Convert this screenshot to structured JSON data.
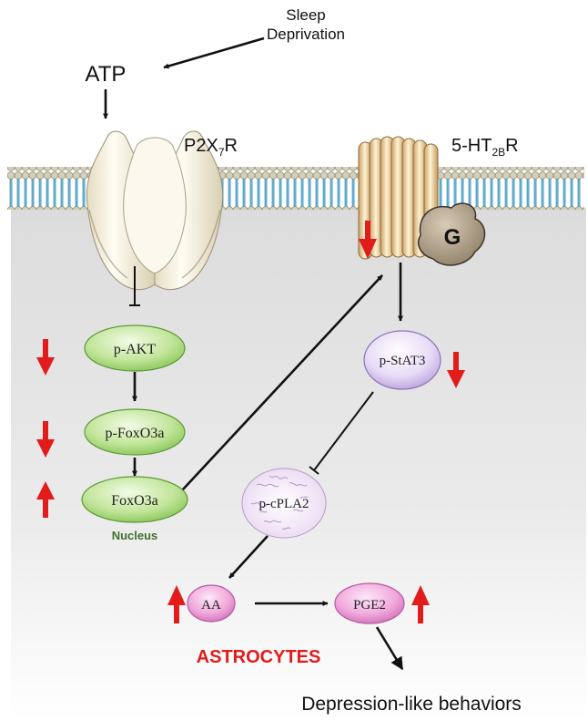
{
  "labels": {
    "sleep_line1": "Sleep",
    "sleep_line2": "Deprivation",
    "atp": "ATP",
    "p2x7r_prefix": "P2X",
    "p2x7r_sub": "7",
    "p2x7r_suffix": "R",
    "ht2br_prefix": "5-HT",
    "ht2br_sub": "2B",
    "ht2br_suffix": "R",
    "g_protein": "G",
    "pakt": "p-AKT",
    "pfoxo3a": "p-FoxO3a",
    "foxo3a": "FoxO3a",
    "nucleus": "Nucleus",
    "pstat3": "p-StAT3",
    "pcpla2": "p-cPLA2",
    "aa": "AA",
    "pge2": "PGE2",
    "astrocytes": "ASTROCYTES",
    "outcome": "Depression-like behaviors"
  },
  "colors": {
    "membrane_head": "#cfcbb4",
    "membrane_tail": "#7fc4e0",
    "cytoplasm": "#e6e6e6",
    "green_node": "#b8e08c",
    "purple_node": "#e6d6f5",
    "pink_node": "#f3aee0",
    "red_arrow": "#e21b1b",
    "astrocytes_text": "#e21b1b",
    "nucleus_text": "#3f6f2e"
  },
  "regulation": {
    "pakt": "down",
    "pfoxo3a": "down",
    "foxo3a": "up",
    "ht2br": "down",
    "pstat3": "down",
    "aa": "up",
    "pge2": "up"
  }
}
